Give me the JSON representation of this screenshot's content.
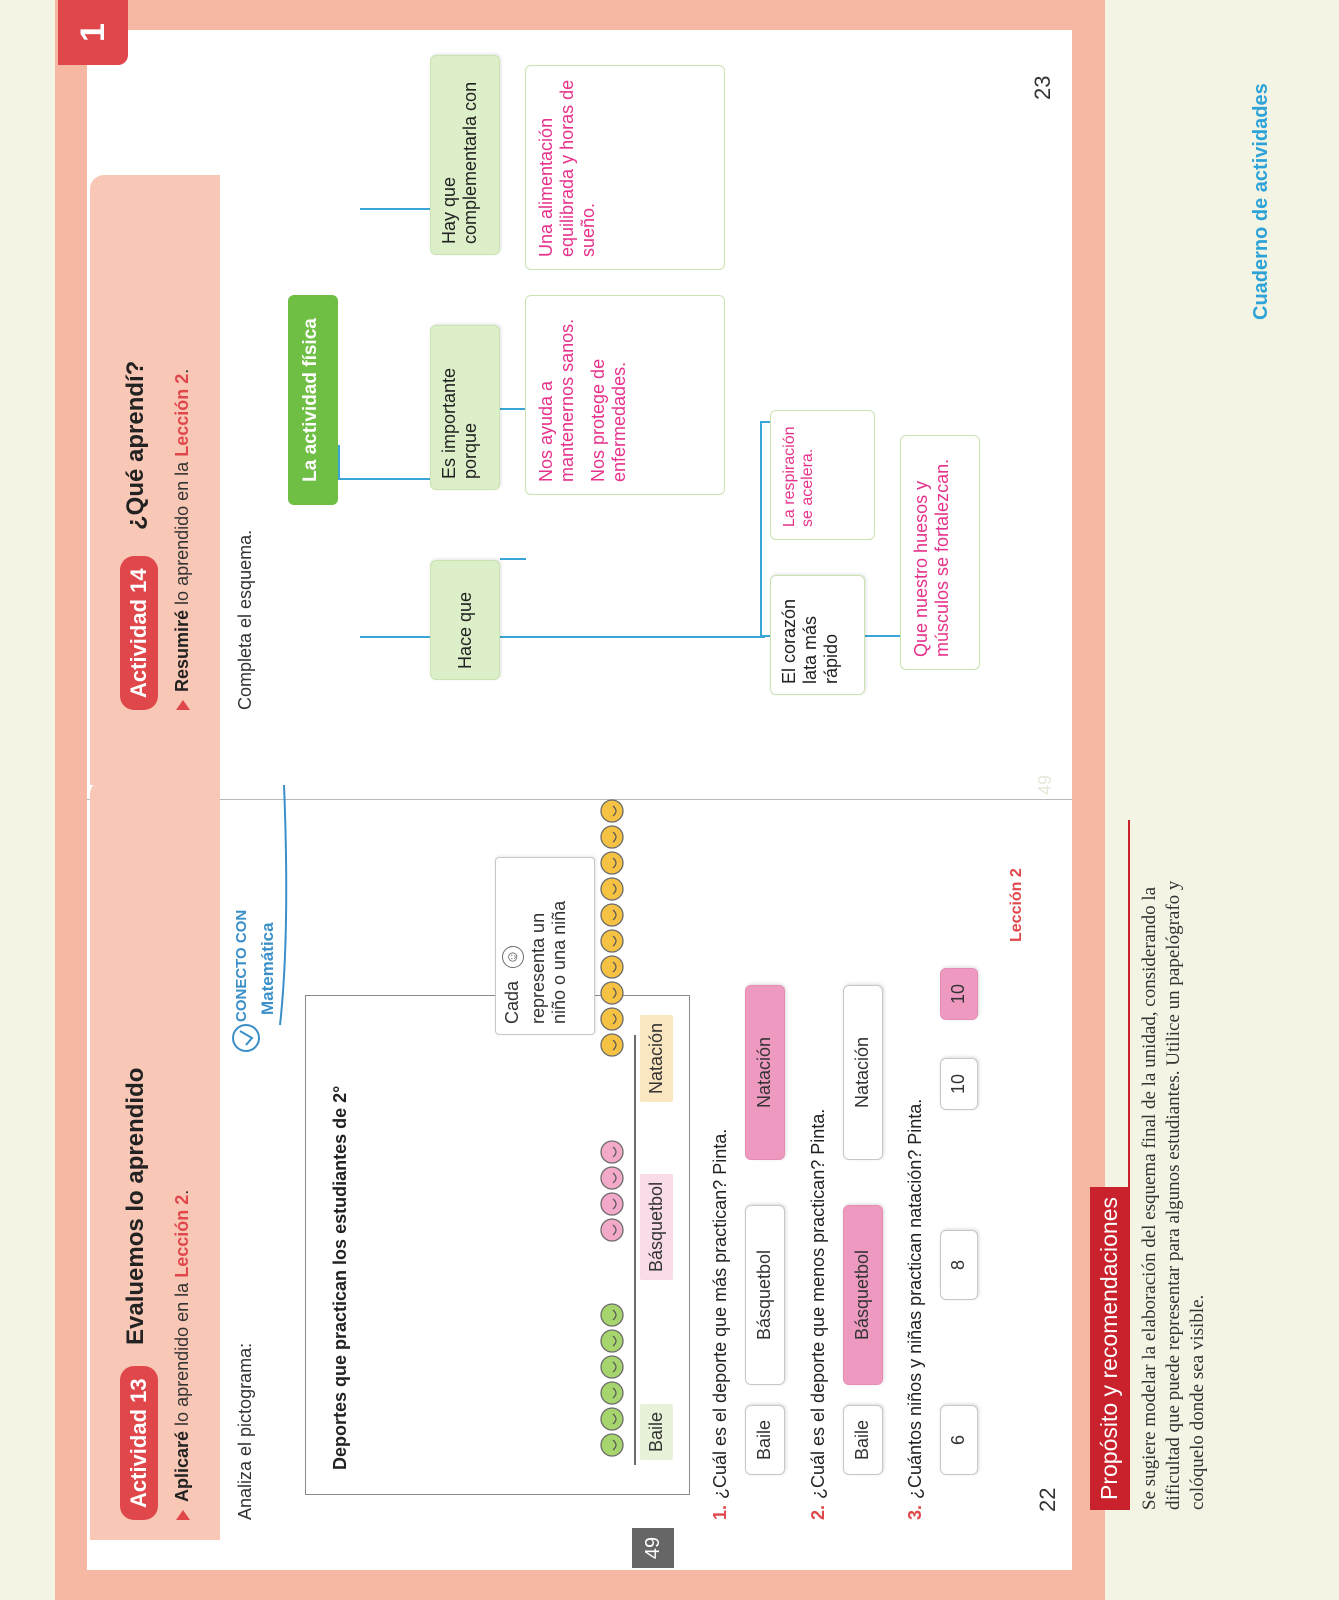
{
  "left_page": {
    "activity_badge": "Actividad 13",
    "activity_title": "Evaluemos lo aprendido",
    "subtitle_bold": "Aplicaré",
    "subtitle_text": "lo aprendido en la",
    "subtitle_lesson": "Lección 2",
    "instruction": "Analiza el pictograma:",
    "conecto_label": "CONECTO CON",
    "conecto_subject": "Matemática",
    "chart_title": "Deportes que practican los estudiantes de 2°",
    "legend_text_1": "Cada",
    "legend_text_2": "representa un",
    "legend_text_3": "niño o una niña",
    "chart_data": {
      "type": "bar",
      "categories": [
        "Baile",
        "Básquetbol",
        "Natación"
      ],
      "values": [
        6,
        4,
        10
      ],
      "title": "Deportes que practican los estudiantes de 2°",
      "colors": [
        "#a6d56e",
        "#f3a9c8",
        "#f5c244"
      ]
    },
    "questions": [
      {
        "num": "1.",
        "text": "¿Cuál es el deporte que más practican? Pinta.",
        "options": [
          "Baile",
          "Básquetbol",
          "Natación"
        ],
        "selected": 2
      },
      {
        "num": "2.",
        "text": "¿Cuál es el deporte que menos practican? Pinta.",
        "options": [
          "Baile",
          "Básquetbol",
          "Natación"
        ],
        "selected": 1
      },
      {
        "num": "3.",
        "text": "¿Cuántos niños y niñas practican natación? Pinta.",
        "options": [
          "6",
          "8",
          "10",
          "10"
        ],
        "selected": 3
      }
    ],
    "lesson_footer": "Lección 2",
    "page_number": "22",
    "gray_tab": "49"
  },
  "right_page": {
    "unit_tab": "1",
    "activity_badge": "Actividad 14",
    "activity_title": "¿Qué aprendí?",
    "subtitle_bold": "Resumiré",
    "subtitle_text": "lo aprendido en la",
    "subtitle_lesson": "Lección 2",
    "instruction": "Completa el esquema.",
    "root": "La actividad física",
    "nodes": {
      "hace_que": "Hace que",
      "es_importante": "Es importante porque",
      "hay_que": "Hay que complementarla con",
      "corazon": "El corazón lata más rápido"
    },
    "answers": {
      "respiracion": "La respiración se acelera.",
      "huesos": "Que nuestro huesos y músculos se fortalezcan.",
      "importante_1": "Nos ayuda a mantenernos sanos.",
      "importante_2": "Nos protege de enfermedades.",
      "complementar": "Una alimentación equilibrada y horas de sueño."
    },
    "page_number": "23",
    "faint_number": "49"
  },
  "bottom": {
    "proposito_title": "Propósito y recomendaciones",
    "proposito_text": "Se sugiere modelar la elaboración del esquema final de la unidad, considerando la dificultad que puede representar para algunos estudiantes. Utilice un papelógrafo y colóquelo donde sea visible.",
    "cuaderno": "Cuaderno de actividades"
  }
}
